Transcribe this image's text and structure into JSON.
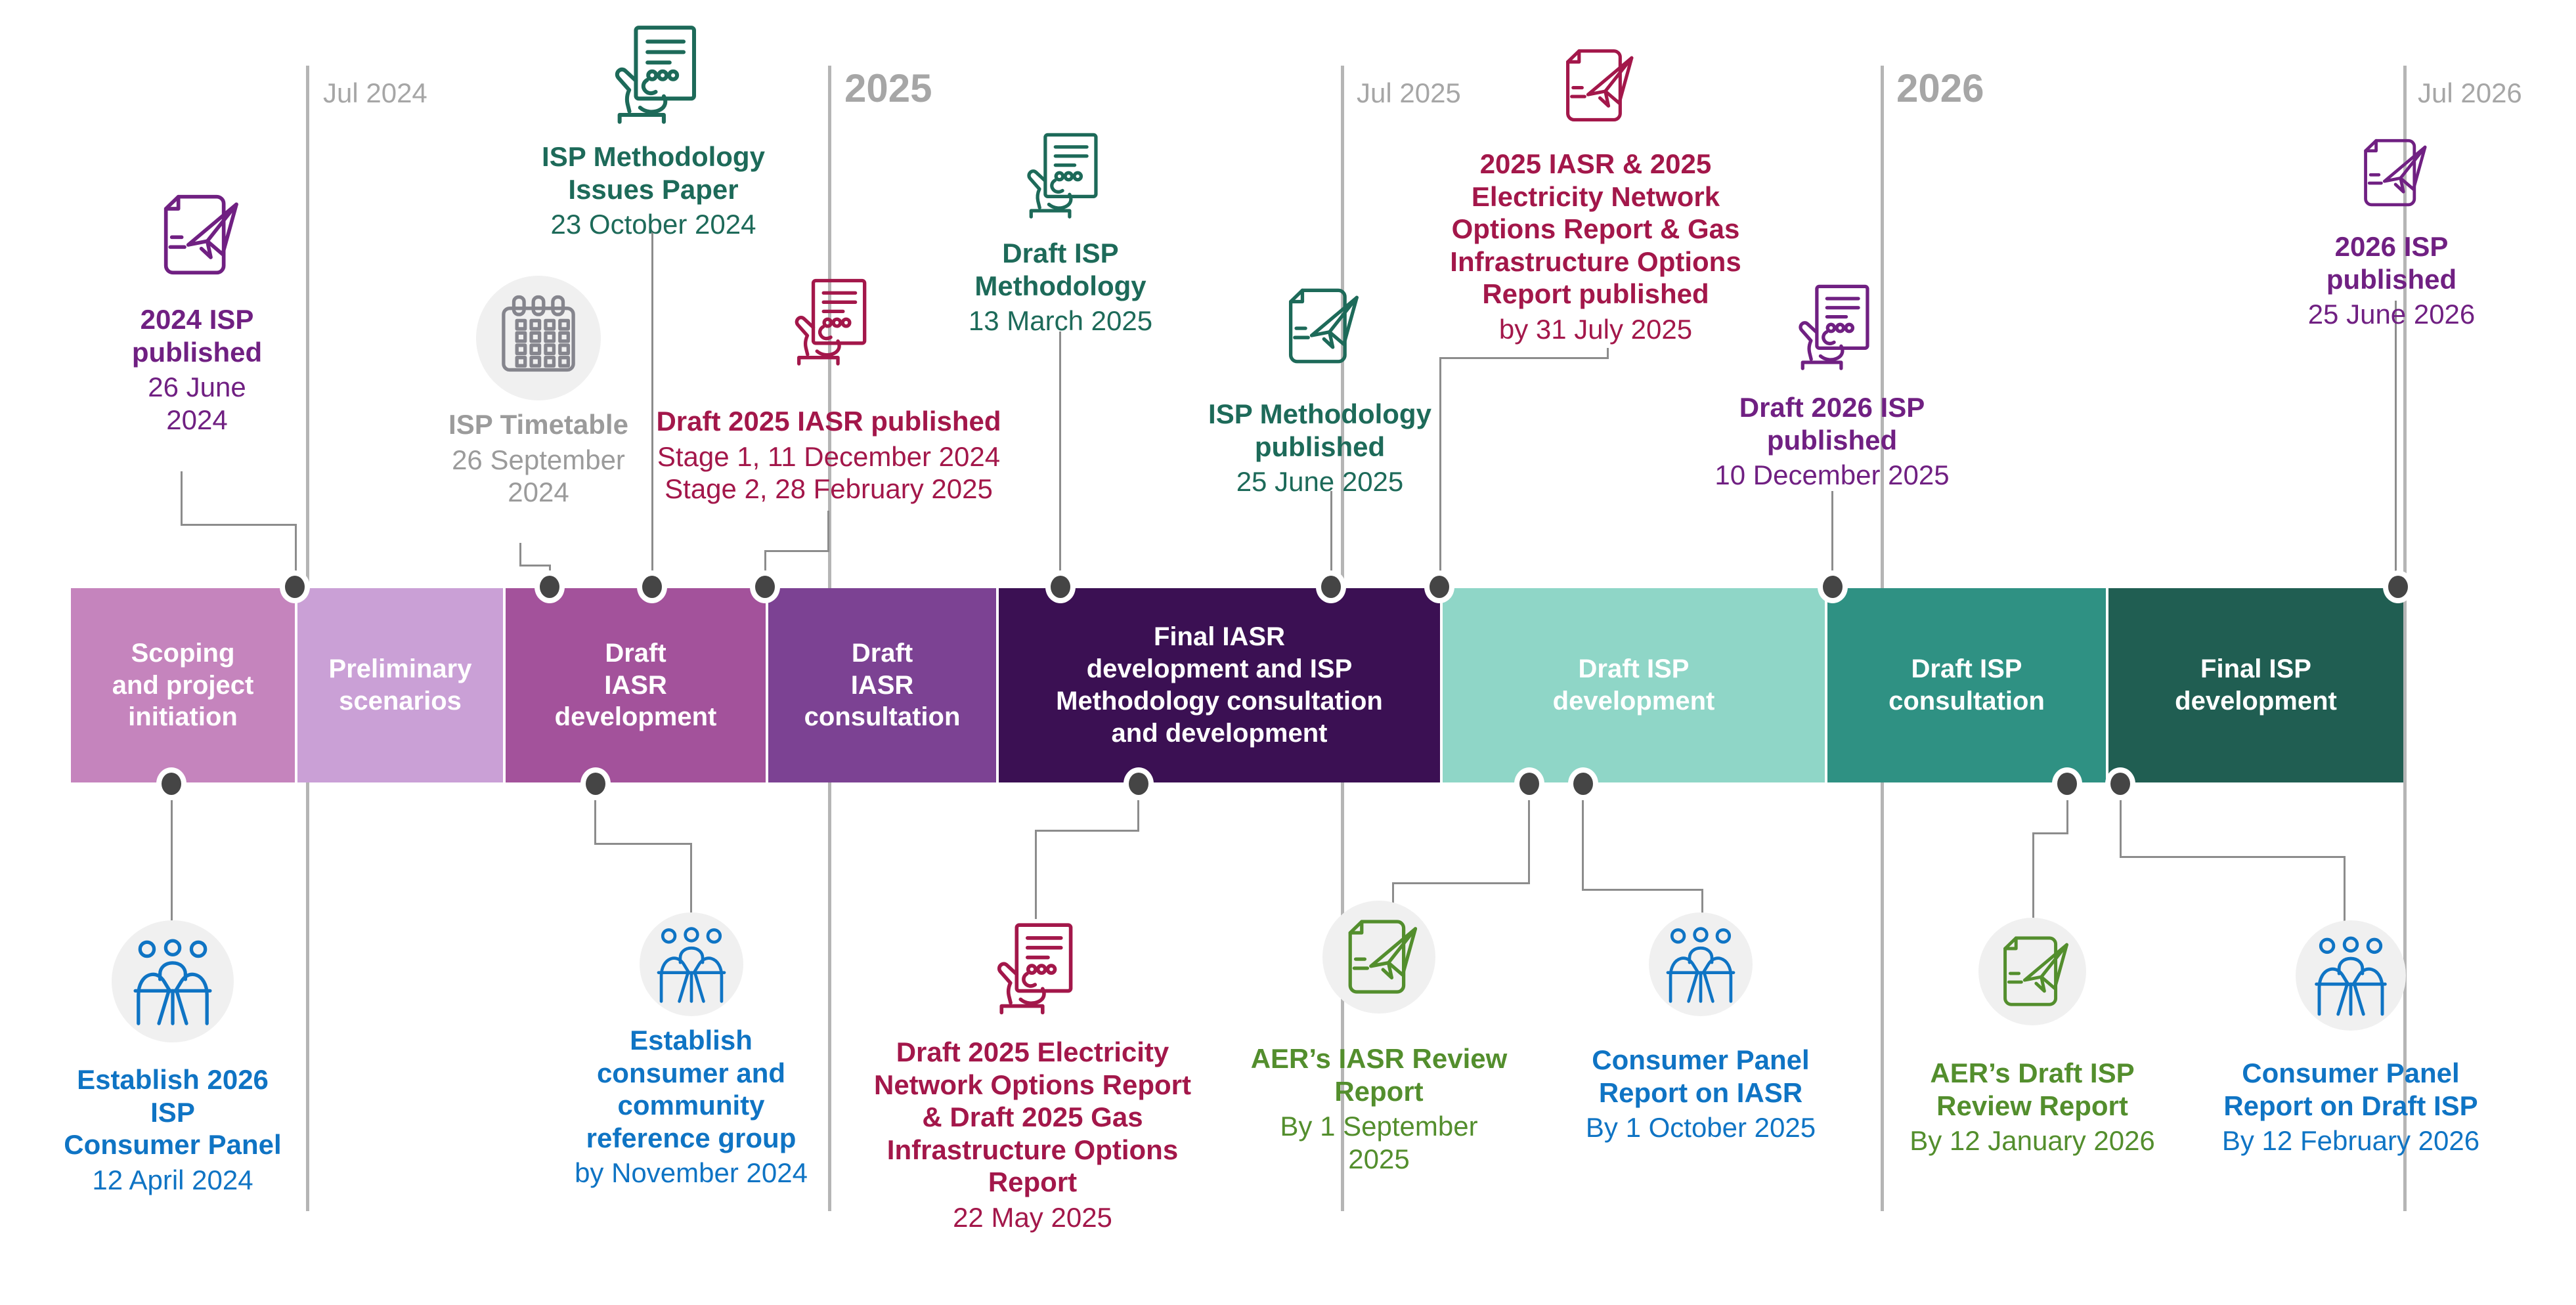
{
  "axis": {
    "line_color": "#b5b5b5",
    "label_color": "#a6a6a6",
    "labels": [
      {
        "id": "jul-2024",
        "label": "Jul 2024",
        "style": "month"
      },
      {
        "id": "year-2025",
        "label": "2025",
        "style": "year"
      },
      {
        "id": "jul-2025",
        "label": "Jul 2025",
        "style": "month"
      },
      {
        "id": "year-2026",
        "label": "2026",
        "style": "year"
      },
      {
        "id": "jul-2026",
        "label": "Jul 2026",
        "style": "month"
      }
    ]
  },
  "phases": [
    {
      "label": "Scoping\nand project\ninitiation",
      "color": "#c584bd"
    },
    {
      "label": "Preliminary\nscenarios",
      "color": "#caa0d6"
    },
    {
      "label": "Draft\nIASR\ndevelopment",
      "color": "#a3529b"
    },
    {
      "label": "Draft\nIASR\nconsultation",
      "color": "#7c4293"
    },
    {
      "label": "Final IASR\ndevelopment and ISP\nMethodology consultation\nand development",
      "color": "#3b1053"
    },
    {
      "label": "Draft ISP\ndevelopment",
      "color": "#8fd6c7"
    },
    {
      "label": "Draft ISP\nconsultation",
      "color": "#2f9183"
    },
    {
      "label": "Final ISP\ndevelopment",
      "color": "#205e52"
    }
  ],
  "milestones_above": [
    {
      "id": "2024-isp-published",
      "icon": "paper-plane-document",
      "color": "#702082",
      "title": "2024 ISP\npublished",
      "date": "26 June\n2024"
    },
    {
      "id": "isp-timetable",
      "icon": "calendar",
      "color": "#9b9b9b",
      "title": "ISP Timetable",
      "date": "26 September\n2024"
    },
    {
      "id": "isp-methodology-issues-paper",
      "icon": "hand-document",
      "color": "#1d6a59",
      "title": "ISP Methodology\nIssues Paper",
      "date": "23 October 2024"
    },
    {
      "id": "draft-2025-iasr-published",
      "icon": "hand-document",
      "color": "#a3174a",
      "title": "Draft 2025 IASR published",
      "date": "Stage 1, 11 December 2024\nStage 2, 28 February 2025"
    },
    {
      "id": "draft-isp-methodology",
      "icon": "hand-document",
      "color": "#1d6a59",
      "title": "Draft ISP\nMethodology",
      "date": "13 March 2025"
    },
    {
      "id": "isp-methodology-published",
      "icon": "paper-plane-document",
      "color": "#1d6a59",
      "title": "ISP Methodology\npublished",
      "date": "25 June 2025"
    },
    {
      "id": "2025-iasr-options-reports-published",
      "icon": "paper-plane-document",
      "color": "#a3174a",
      "title": "2025 IASR & 2025\nElectricity Network\nOptions Report & Gas\nInfrastructure Options\nReport published",
      "date": "by 31 July 2025"
    },
    {
      "id": "draft-2026-isp-published",
      "icon": "hand-document",
      "color": "#702082",
      "title": "Draft 2026 ISP\npublished",
      "date": "10 December 2025"
    },
    {
      "id": "2026-isp-published",
      "icon": "paper-plane-document",
      "color": "#702082",
      "title": "2026 ISP\npublished",
      "date": "25 June 2026"
    }
  ],
  "milestones_below": [
    {
      "id": "establish-2026-isp-consumer-panel",
      "icon": "people-meeting",
      "color": "#0f74c4",
      "title": "Establish 2026 ISP\nConsumer Panel",
      "date": "12 April 2024"
    },
    {
      "id": "establish-consumer-community-reference-group",
      "icon": "people-meeting",
      "color": "#0f74c4",
      "title": "Establish\nconsumer and\ncommunity\nreference group",
      "date": "by November 2024"
    },
    {
      "id": "draft-2025-network-gas-options-reports",
      "icon": "hand-document",
      "color": "#a3174a",
      "title": "Draft 2025 Electricity\nNetwork Options Report\n& Draft 2025 Gas\nInfrastructure Options\nReport",
      "date": "22 May 2025"
    },
    {
      "id": "aer-iasr-review-report",
      "icon": "paper-plane-document",
      "color": "#538e2d",
      "title": "AER’s IASR Review\nReport",
      "date": "By 1 September 2025"
    },
    {
      "id": "consumer-panel-report-on-iasr",
      "icon": "people-meeting",
      "color": "#0f74c4",
      "title": "Consumer Panel\nReport on IASR",
      "date": "By 1 October 2025"
    },
    {
      "id": "aer-draft-isp-review-report",
      "icon": "paper-plane-document",
      "color": "#538e2d",
      "title": "AER’s Draft ISP\nReview Report",
      "date": "By 12 January 2026"
    },
    {
      "id": "consumer-panel-report-on-draft-isp",
      "icon": "people-meeting",
      "color": "#0f74c4",
      "title": "Consumer Panel\nReport on Draft ISP",
      "date": "By 12 February 2026"
    }
  ],
  "connector_color": "#8c8c8c",
  "node_dot_color": "#454545"
}
